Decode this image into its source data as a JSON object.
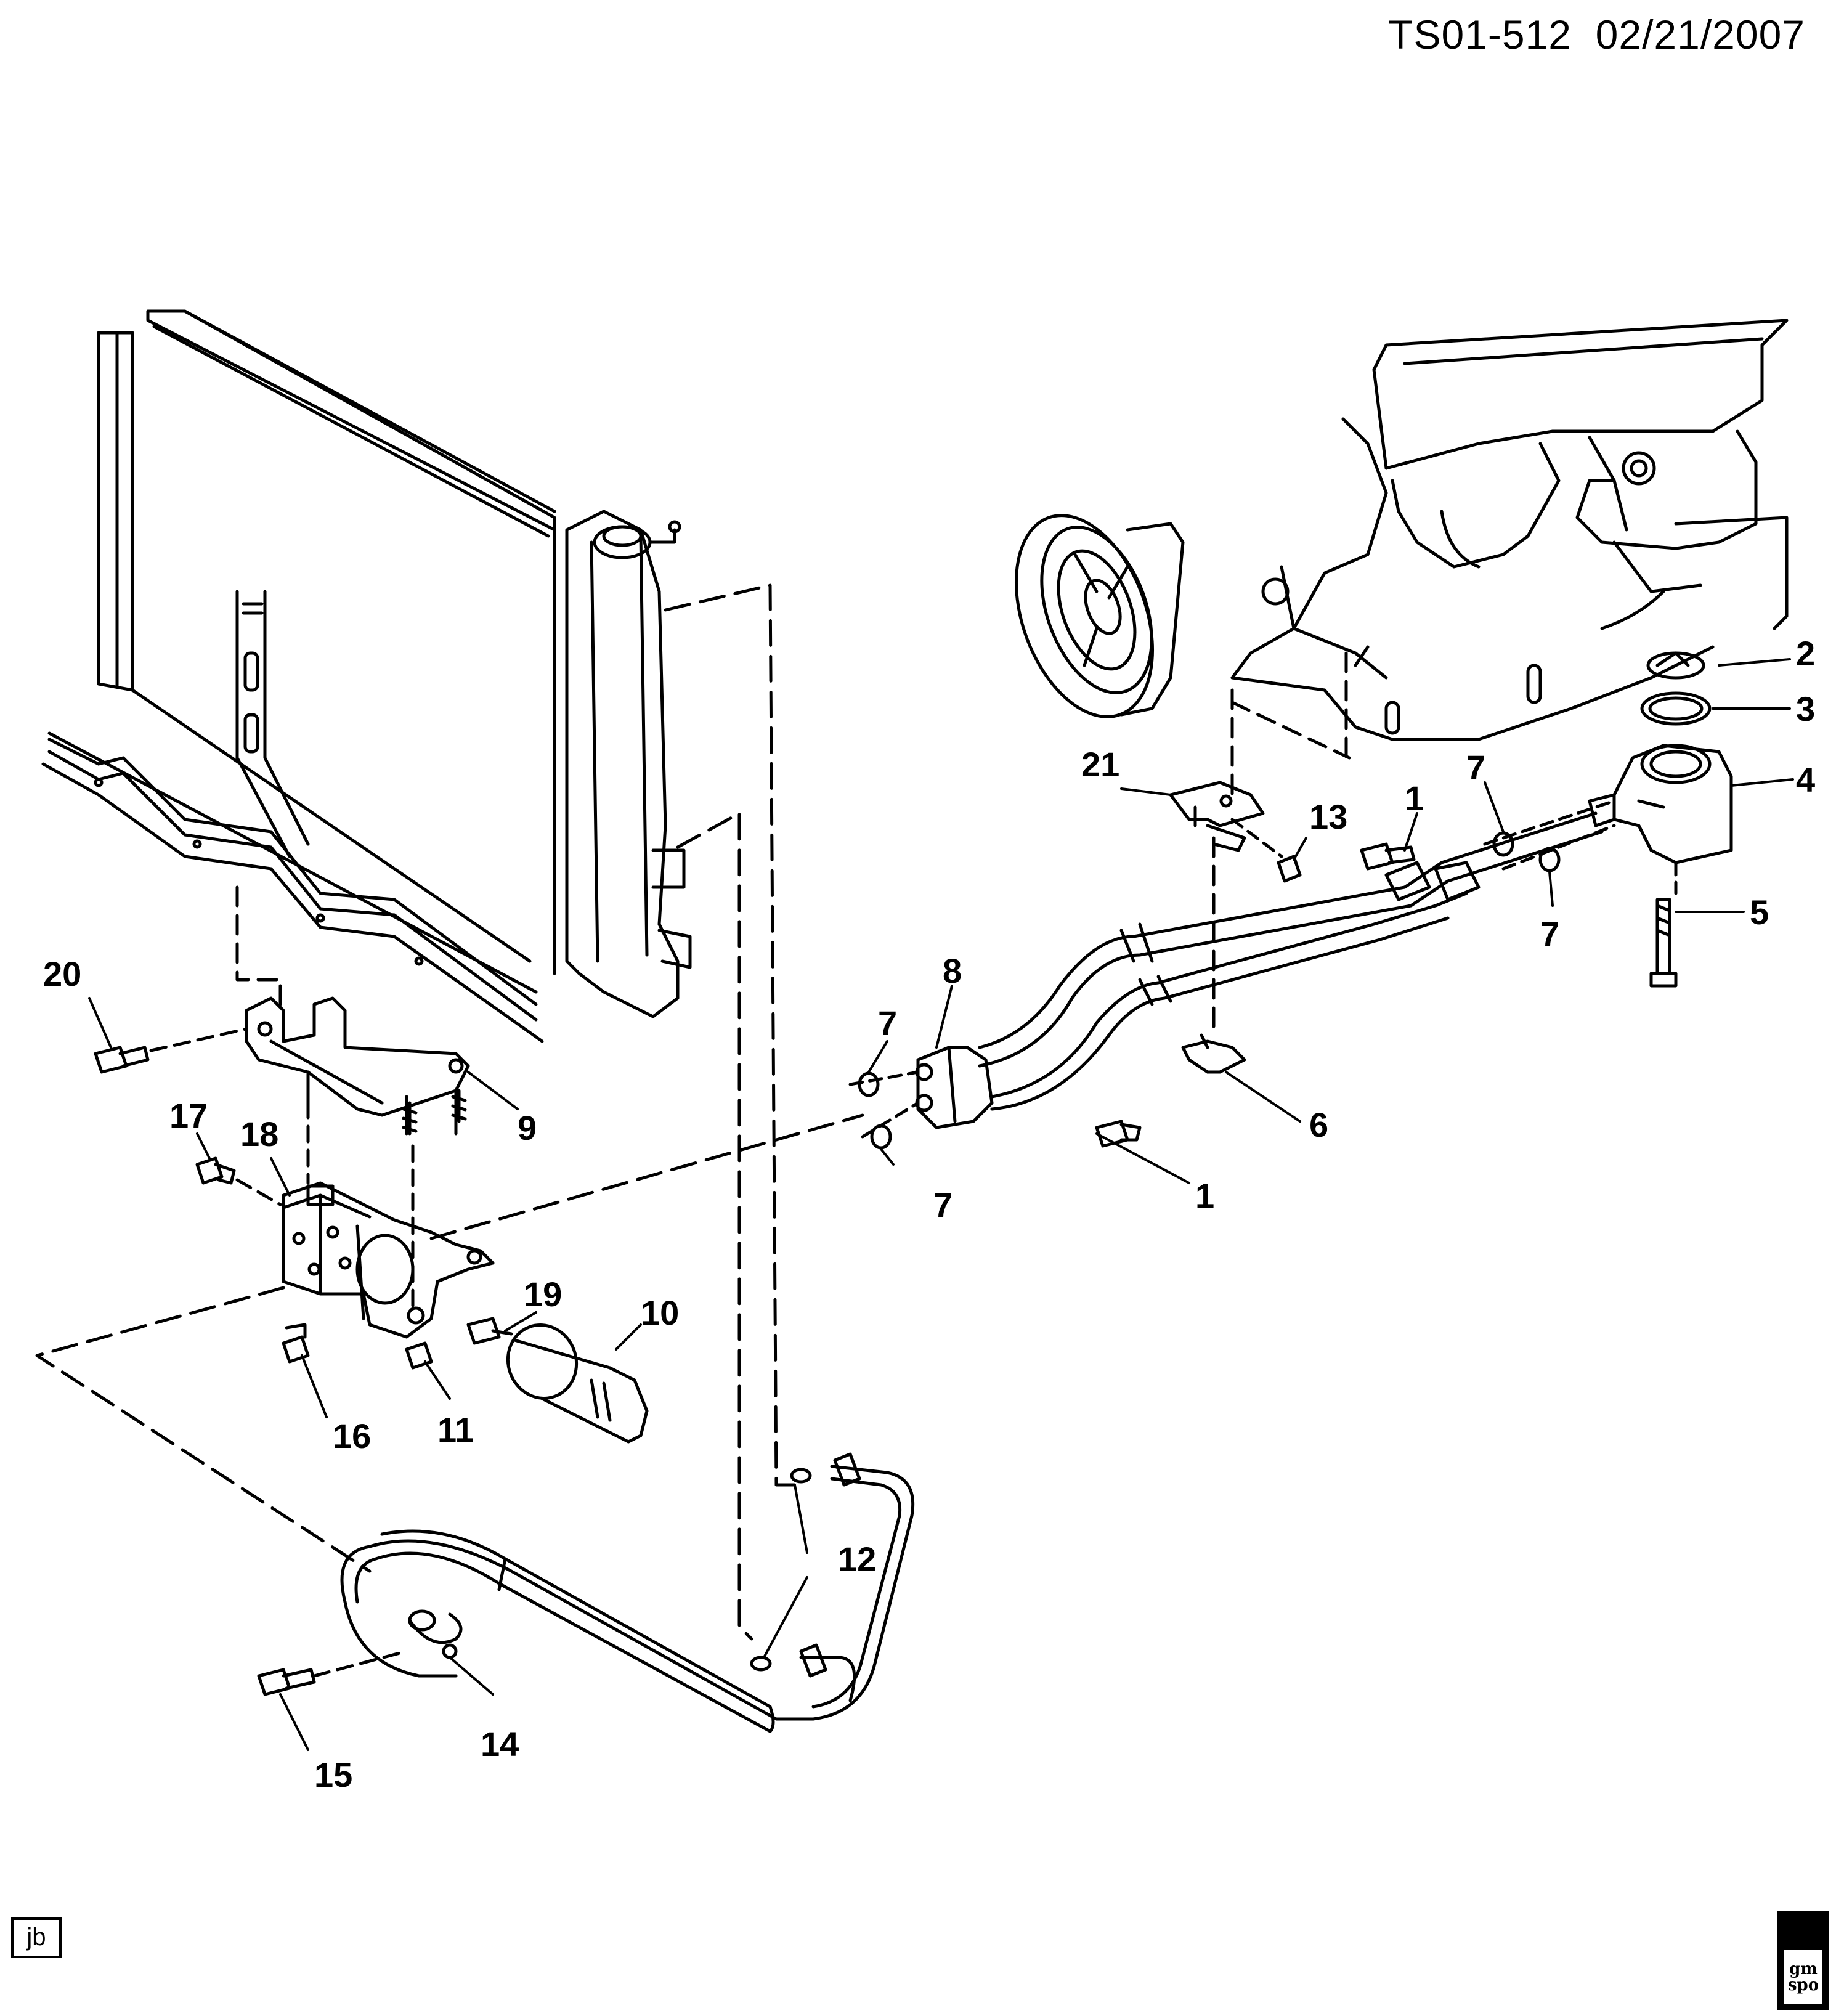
{
  "header": {
    "drawing_id": "TS01-512",
    "date": "02/21/2007"
  },
  "footer": {
    "left_tag": "jb",
    "logo_line1": "gm",
    "logo_line2": "spo"
  },
  "callouts": [
    {
      "id": "c1a",
      "label": "1"
    },
    {
      "id": "c1b",
      "label": "1"
    },
    {
      "id": "c2",
      "label": "2"
    },
    {
      "id": "c3",
      "label": "3"
    },
    {
      "id": "c4",
      "label": "4"
    },
    {
      "id": "c5",
      "label": "5"
    },
    {
      "id": "c6",
      "label": "6"
    },
    {
      "id": "c7a",
      "label": "7"
    },
    {
      "id": "c7b",
      "label": "7"
    },
    {
      "id": "c7c",
      "label": "7"
    },
    {
      "id": "c7d",
      "label": "7"
    },
    {
      "id": "c8",
      "label": "8"
    },
    {
      "id": "c9",
      "label": "9"
    },
    {
      "id": "c10",
      "label": "10"
    },
    {
      "id": "c11",
      "label": "11"
    },
    {
      "id": "c12",
      "label": "12"
    },
    {
      "id": "c13",
      "label": "13"
    },
    {
      "id": "c14",
      "label": "14"
    },
    {
      "id": "c15",
      "label": "15"
    },
    {
      "id": "c16",
      "label": "16"
    },
    {
      "id": "c17",
      "label": "17"
    },
    {
      "id": "c18",
      "label": "18"
    },
    {
      "id": "c19",
      "label": "19"
    },
    {
      "id": "c20",
      "label": "20"
    },
    {
      "id": "c21",
      "label": "21"
    }
  ],
  "colors": {
    "ink": "#000000",
    "paper": "#ffffff"
  }
}
